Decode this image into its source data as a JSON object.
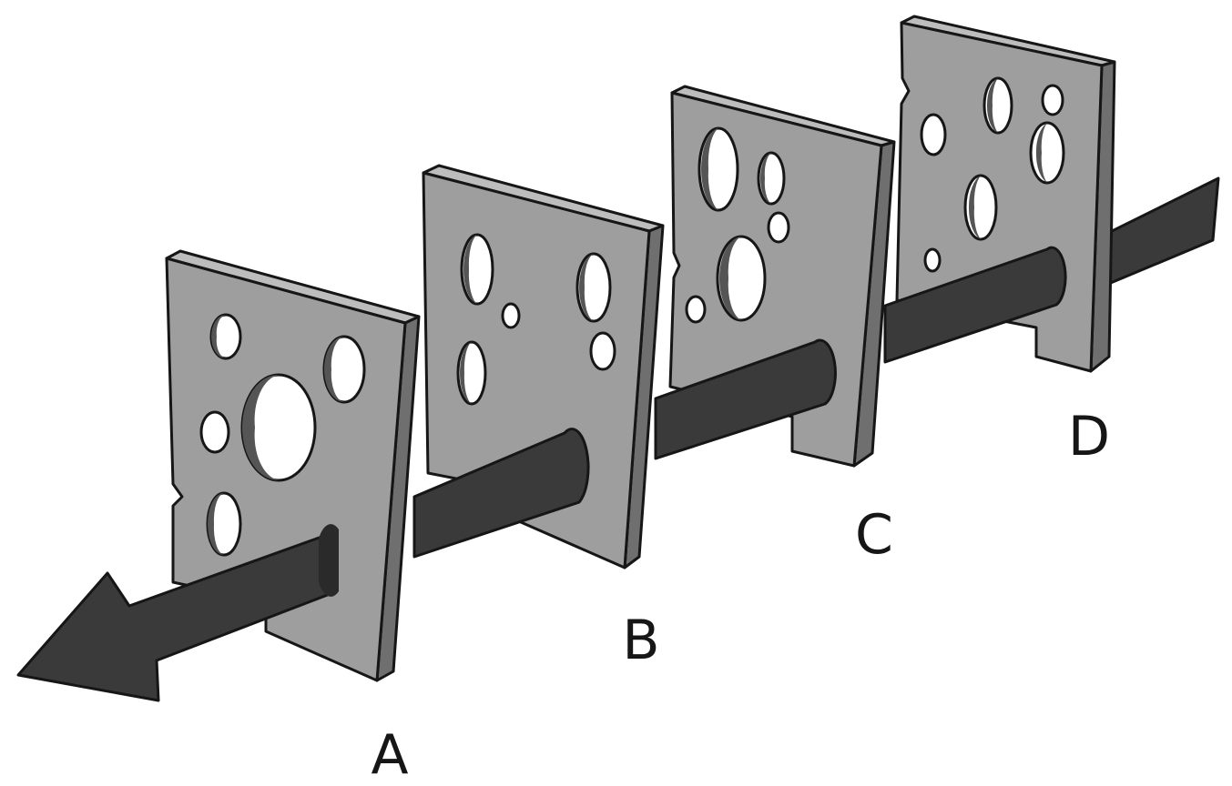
{
  "diagram": {
    "slices": [
      {
        "id": "A",
        "label": "A"
      },
      {
        "id": "B",
        "label": "B"
      },
      {
        "id": "C",
        "label": "C"
      },
      {
        "id": "D",
        "label": "D"
      }
    ],
    "colors": {
      "background": "#ffffff",
      "slice_face": "#9e9e9e",
      "slice_top": "#b8b8b8",
      "slice_side": "#6f6f6f",
      "outline": "#161616",
      "arrow": "#3a3a3a"
    }
  }
}
